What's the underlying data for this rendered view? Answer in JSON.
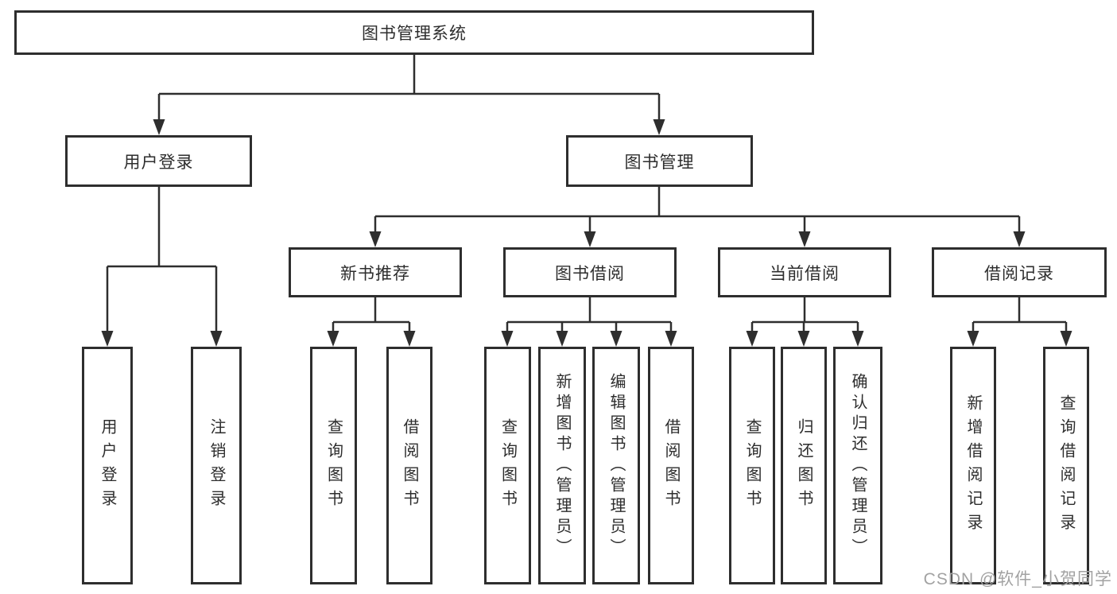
{
  "colors": {
    "background": "#ffffff",
    "border": "#2e2e2e",
    "text": "#2d2d2d",
    "watermark": "#a2a2a2"
  },
  "watermark": "CSDN @软件_小贺同学",
  "tree": {
    "root": "图书管理系统",
    "user_login": {
      "label": "用户登录",
      "children": {
        "login": "用户登录",
        "logout": "注销登录"
      }
    },
    "book_mgmt": {
      "label": "图书管理",
      "new_book_rec": {
        "label": "新书推荐",
        "children": {
          "query": "查询图书",
          "borrow": "借阅图书"
        }
      },
      "book_borrow": {
        "label": "图书借阅",
        "children": {
          "query": "查询图书",
          "add": "新增图书（管理员）",
          "edit": "编辑图书（管理员）",
          "borrow": "借阅图书"
        }
      },
      "current_borrow": {
        "label": "当前借阅",
        "children": {
          "query": "查询图书",
          "return": "归还图书",
          "confirm": "确认归还（管理员）"
        }
      },
      "borrow_records": {
        "label": "借阅记录",
        "children": {
          "add": "新增借阅记录",
          "query": "查询借阅记录"
        }
      }
    }
  }
}
